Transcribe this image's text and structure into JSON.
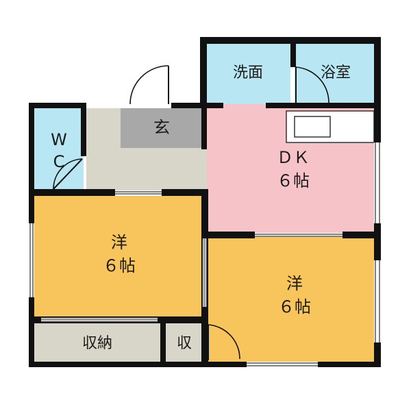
{
  "floorplan": {
    "rooms": [
      {
        "id": "washroom",
        "label": "洗面",
        "color": "#b9e6f3"
      },
      {
        "id": "bathroom",
        "label": "浴室",
        "color": "#b9e6f3"
      },
      {
        "id": "wc",
        "label_lines": [
          "W",
          "C"
        ],
        "color": "#b9e6f3"
      },
      {
        "id": "entrance",
        "label": "玄",
        "color": "#a8a8a8"
      },
      {
        "id": "hall",
        "color": "#d8d6c8"
      },
      {
        "id": "dk",
        "label_lines": [
          "ＤＫ",
          "６帖"
        ],
        "color": "#f6c3c8"
      },
      {
        "id": "western1",
        "label_lines": [
          "洋",
          "６帖"
        ],
        "color": "#f8c45c"
      },
      {
        "id": "western2",
        "label_lines": [
          "洋",
          "６帖"
        ],
        "color": "#f8c45c"
      },
      {
        "id": "storage1",
        "label": "収納",
        "color": "#d8d6c8"
      },
      {
        "id": "storage2",
        "label": "収",
        "color": "#d8d6c8"
      }
    ]
  }
}
